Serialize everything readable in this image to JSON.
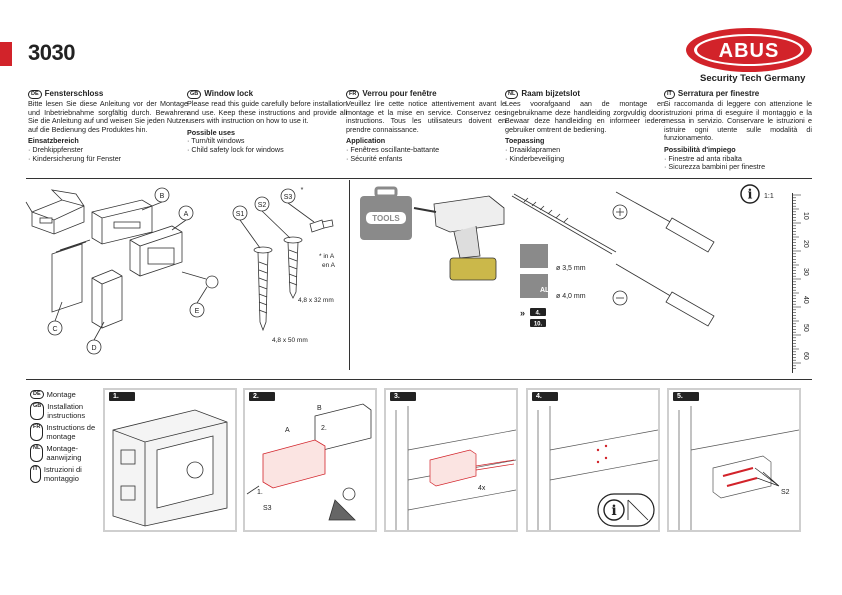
{
  "model_number": "3030",
  "brand": {
    "logo_text": "ABUS",
    "tagline": "Security Tech Germany",
    "brand_color": "#d2232a"
  },
  "columns": [
    {
      "lang": "DE",
      "title": "Fensterschloss",
      "text": "Bitte lesen Sie diese Anleitung vor der Montage und Inbetriebnahme sorgfältig durch. Bewahren Sie die Anleitung auf und weisen Sie jeden Nutzer auf die Bedienung des Produktes hin.",
      "subtitle": "Einsatzbereich",
      "items": [
        "Drehkippfenster",
        "Kindersicherung für Fenster"
      ]
    },
    {
      "lang": "GB",
      "title": "Window lock",
      "text": "Please read this guide carefully before installation and use. Keep these instructions and provide all users with instruction on how to use it.",
      "subtitle": "Possible uses",
      "items": [
        "Turn/tilt windows",
        "Child safety lock for windows"
      ]
    },
    {
      "lang": "FR",
      "title": "Verrou pour fenêtre",
      "text": "Veuillez lire cette notice attentivement avant le montage et la mise en service. Conservez ces instructions. Tous les utilisateurs doivent en prendre connaissance.",
      "subtitle": "Application",
      "items": [
        "Fenêtres oscillante-battante",
        "Sécurité enfants"
      ]
    },
    {
      "lang": "NL",
      "title": "Raam bijzetslot",
      "text": "Lees voorafgaand aan de montage en ingebruikname deze handleiding zorgvuldig door. Bewaar deze handleiding en informeer iedere gebruiker omtrent de bediening.",
      "subtitle": "Toepassing",
      "items": [
        "Draaiklapramen",
        "Kinderbeveiliging"
      ]
    },
    {
      "lang": "IT",
      "title": "Serratura per finestre",
      "text": "Si raccomanda di leggere con attenzione le istruzioni prima di eseguire il montaggio e la messa in servizio. Conservare le istruzioni e istruire ogni utente sulle modalità di funzionamento.",
      "subtitle": "Possibilità d'impiego",
      "items": [
        "Finestre ad anta ribalta",
        "Sicurezza bambini per finestre"
      ]
    }
  ],
  "parts": {
    "labels": [
      "A",
      "B",
      "C",
      "D",
      "E"
    ],
    "screws": {
      "s1": "S1",
      "s2": "S2",
      "s3": "S3",
      "star": "*",
      "note_star": "* in A",
      "note_en": "en A",
      "size_small": "4,8 x 32 mm",
      "size_large": "4,8 x 50 mm"
    }
  },
  "tools": {
    "box_label": "TOOLS",
    "drill_wood": "ø 3,5 mm",
    "drill_alu": "ø 4,0 mm",
    "al_label": "AL",
    "steps_ref": [
      "4.",
      "10."
    ]
  },
  "ruler": {
    "scale": "1:1",
    "ticks": [
      "10",
      "20",
      "30",
      "40",
      "50",
      "60"
    ]
  },
  "languages": [
    {
      "code": "DE",
      "label": "Montage"
    },
    {
      "code": "GB",
      "label": "Installation instructions"
    },
    {
      "code": "FR",
      "label": "Instructions de montage"
    },
    {
      "code": "NL",
      "label": "Montage-aanwijzing"
    },
    {
      "code": "IT",
      "label": "Istruzioni di montaggio"
    }
  ],
  "steps": [
    {
      "num": "1."
    },
    {
      "num": "2.",
      "labels": [
        "A",
        "B",
        "1.",
        "2.",
        "S3"
      ]
    },
    {
      "num": "3.",
      "note": "4x"
    },
    {
      "num": "4."
    },
    {
      "num": "5.",
      "label": "S2"
    }
  ]
}
